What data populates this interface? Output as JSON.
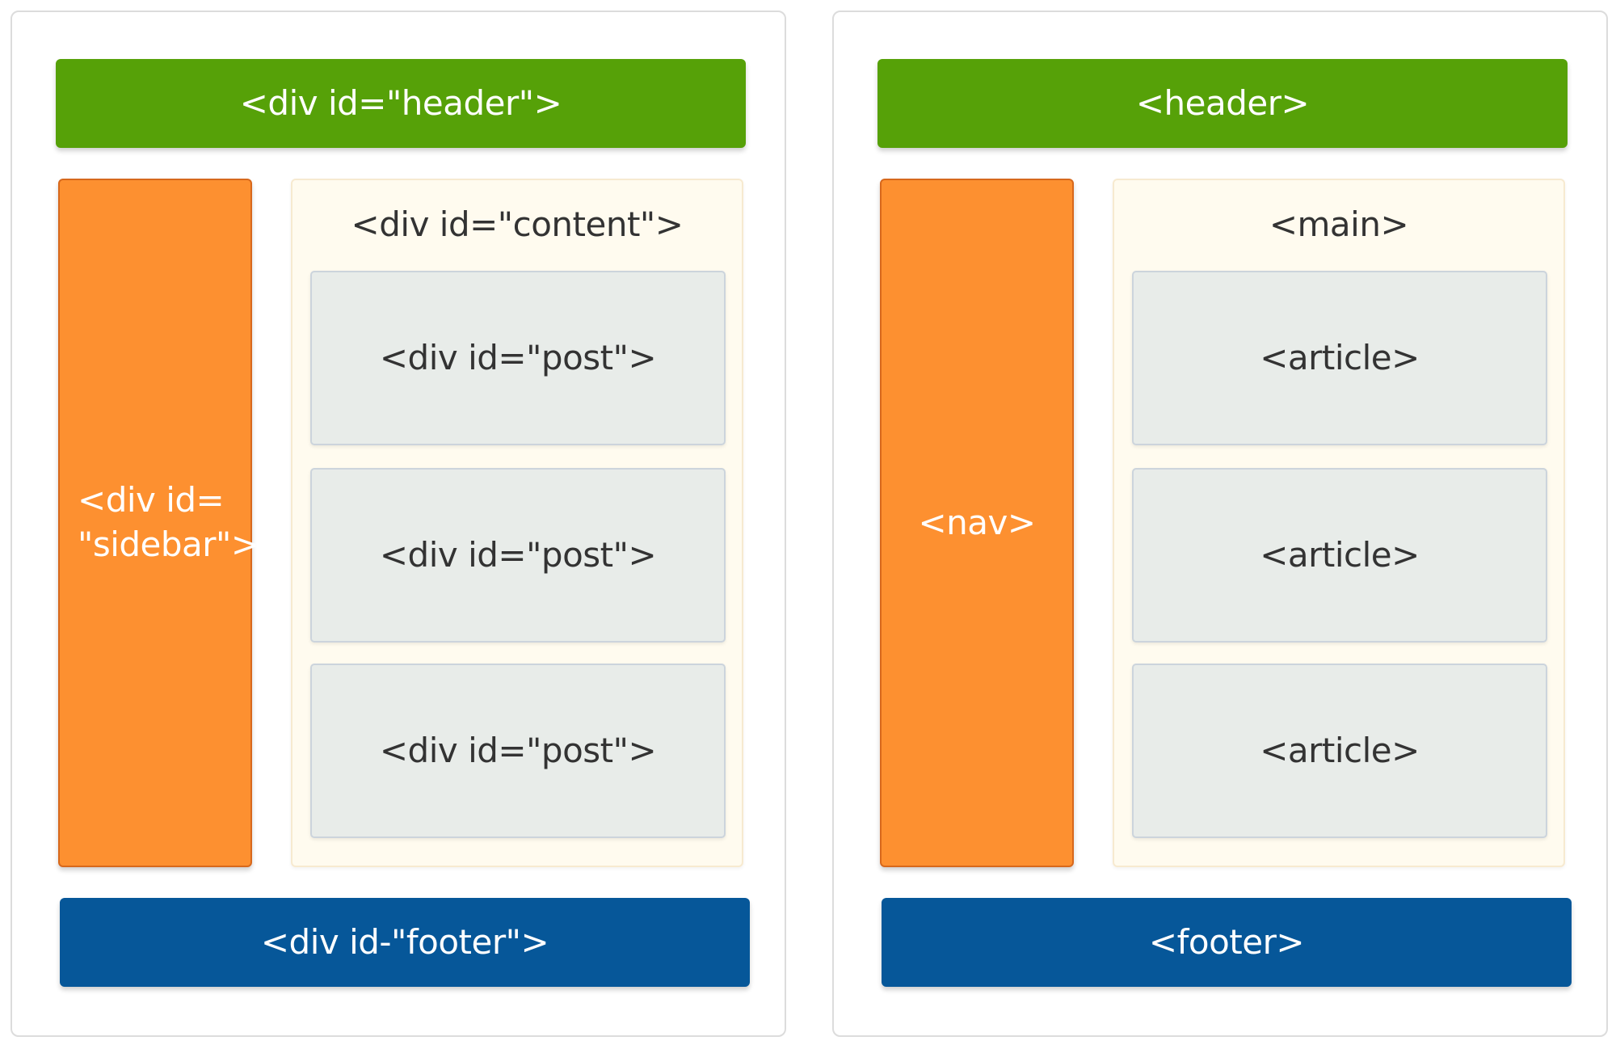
{
  "colors": {
    "header": "#56a108",
    "sidebar": "#fd9030",
    "content_bg": "#fffbef",
    "post_bg": "#e8ece9",
    "footer": "#065799"
  },
  "left_diagram": {
    "header_label": "<div id=\"header\">",
    "sidebar_label": "<div id=\n\"sidebar\">",
    "content_label": "<div id=\"content\">",
    "posts": [
      "<div id=\"post\">",
      "<div id=\"post\">",
      "<div id=\"post\">"
    ],
    "footer_label": "<div id-\"footer\">"
  },
  "right_diagram": {
    "header_label": "<header>",
    "sidebar_label": "<nav>",
    "content_label": "<main>",
    "posts": [
      "<article>",
      "<article>",
      "<article>"
    ],
    "footer_label": "<footer>"
  }
}
